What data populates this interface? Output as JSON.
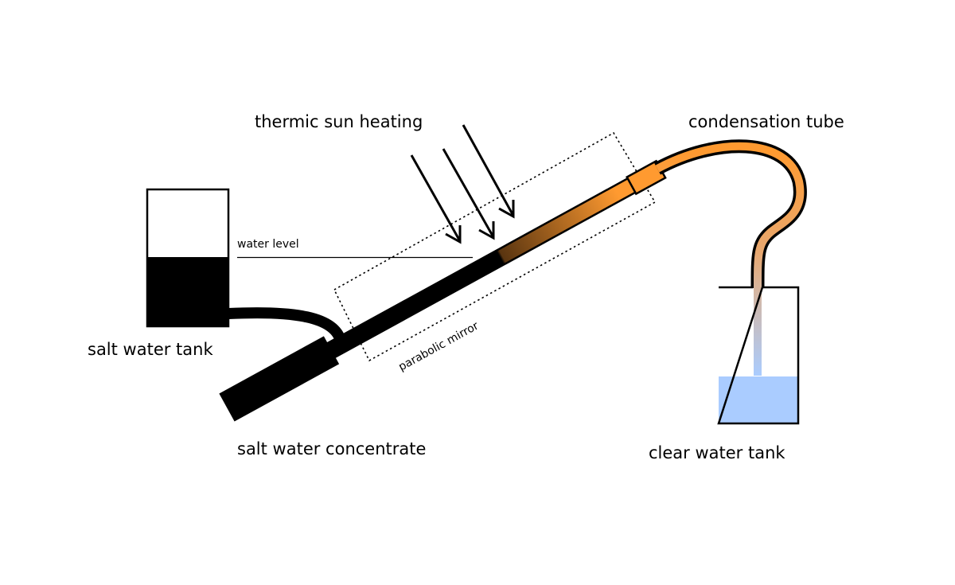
{
  "labels": {
    "sun": "thermic sun heating",
    "condensation": "condensation tube",
    "salt_tank": "salt water tank",
    "concentrate": "salt water concentrate",
    "clear_tank": "clear water tank",
    "water_level": "water level",
    "mirror": "parabolic mirror"
  },
  "colors": {
    "salt_water": "#000000",
    "vapor_hot": "#ff9a30",
    "vapor_dark": "#5a3510",
    "clear_water": "#aaccff",
    "condensate_mid": "#d8b49a"
  }
}
